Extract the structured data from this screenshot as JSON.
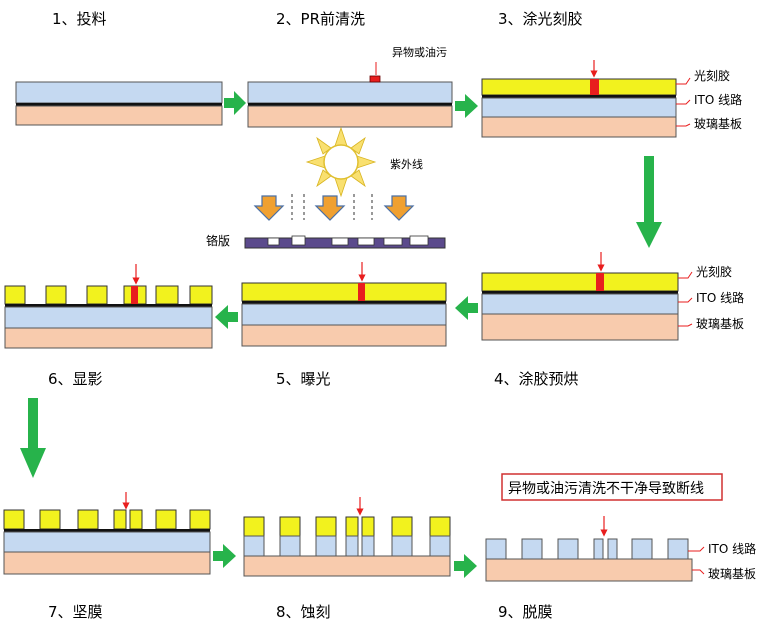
{
  "steps": [
    {
      "label": "1、投料"
    },
    {
      "label": "2、PR前清洗"
    },
    {
      "label": "3、涂光刻胶"
    },
    {
      "label": "4、涂胶预烘"
    },
    {
      "label": "5、曝光"
    },
    {
      "label": "6、显影"
    },
    {
      "label": "7、坚膜"
    },
    {
      "label": "8、蚀刻"
    },
    {
      "label": "9、脱膜"
    }
  ],
  "annotations": {
    "contaminant": "异物或油污",
    "uv": "紫外线",
    "mask": "铬版",
    "warning": "异物或油污清洗不干净导致断线"
  },
  "layers": {
    "photoresist": "光刻胶",
    "ito": "ITO 线路",
    "glass": "玻璃基板"
  },
  "colors": {
    "glass": "#F8CBAD",
    "ito": "#C5D9F1",
    "photoresist": "#F2F21E",
    "defect": "#E81E1E",
    "arrow": "#27B34B",
    "uv_arrow": "#F0A030",
    "mask": "#5B4A8C",
    "sun": "#F9E070"
  }
}
